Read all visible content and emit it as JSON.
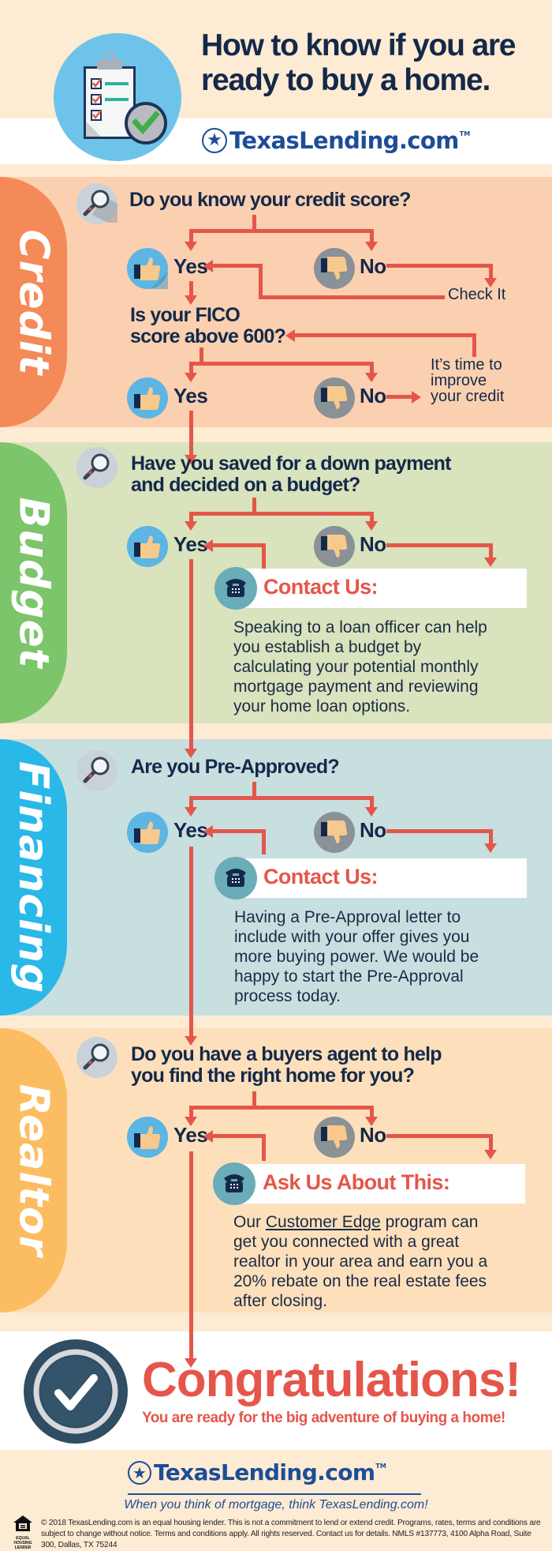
{
  "header": {
    "title_line1": "How to know if you are",
    "title_line2": "ready to buy a home.",
    "brand": "TexasLending.com",
    "trademark": "TM",
    "icon": "clipboard-checklist-icon"
  },
  "colors": {
    "arrow": "#e5564a",
    "navy_text": "#14294a",
    "brand_blue": "#1d4d97",
    "credit_tab": "#f48a58",
    "credit_bg": "#fbd0b0",
    "budget_tab": "#7cc56a",
    "budget_bg": "#d9e3bd",
    "financing_tab": "#2ab8e8",
    "financing_bg": "#c7dfdf",
    "realtor_tab": "#fcbd62",
    "realtor_bg": "#fde0bb",
    "page_bg": "#fdebd3"
  },
  "sections": {
    "credit": {
      "tab_label": "Credit",
      "question1": "Do you know your credit score?",
      "yes_label": "Yes",
      "no_label": "No",
      "no_outcome1": "Check It",
      "question2_line1": "Is your FICO",
      "question2_line2": "score above 600?",
      "yes2_label": "Yes",
      "no2_label": "No",
      "no_outcome2_line1": "It’s time to",
      "no_outcome2_line2": "improve",
      "no_outcome2_line3": "your credit"
    },
    "budget": {
      "tab_label": "Budget",
      "question_line1": "Have you saved for a down payment",
      "question_line2": "and decided on a budget?",
      "yes_label": "Yes",
      "no_label": "No",
      "callout_title": "Contact Us:",
      "callout_lines": [
        "Speaking to a loan officer can help",
        "you establish a budget by",
        "calculating your potential monthly",
        "mortgage payment and reviewing",
        "your home loan options."
      ]
    },
    "financing": {
      "tab_label": "Financing",
      "question": "Are you Pre-Approved?",
      "yes_label": "Yes",
      "no_label": "No",
      "callout_title": "Contact Us:",
      "callout_lines": [
        "Having a Pre-Approval letter to",
        "include with your offer gives you",
        "more buying power. We would be",
        "happy to start the Pre-Approval",
        "process today."
      ]
    },
    "realtor": {
      "tab_label": "Realtor",
      "question_line1": "Do you have a buyers agent to help",
      "question_line2": "you find the right home for you?",
      "yes_label": "Yes",
      "no_label": "No",
      "callout_title": "Ask Us About This:",
      "callout_line1_prefix": "Our ",
      "callout_link": "Customer Edge",
      "callout_line1_suffix": " program can",
      "callout_lines": [
        "get you connected with a great",
        "realtor in your area and earn you a",
        "20% rebate on the real estate fees",
        "after closing."
      ]
    }
  },
  "finale": {
    "title": "Congratulations!",
    "subtitle": "You are ready for the big adventure of buying a home!",
    "icon": "checkmark-badge-icon"
  },
  "footer": {
    "brand": "TexasLending.com",
    "trademark": "TM",
    "tagline": "When you think of mortgage, think TexasLending.com!",
    "ehl_label": "EQUAL HOUSING LENDER",
    "legal": "© 2018 TexasLending.com is an equal housing lender. This is not a commitment to lend or extend credit. Programs, rates, terms and conditions are subject to change without notice. Terms and conditions apply. All rights reserved. Contact us for details. NMLS #137773, 4100 Alpha Road, Suite 300, Dallas, TX 75244"
  }
}
